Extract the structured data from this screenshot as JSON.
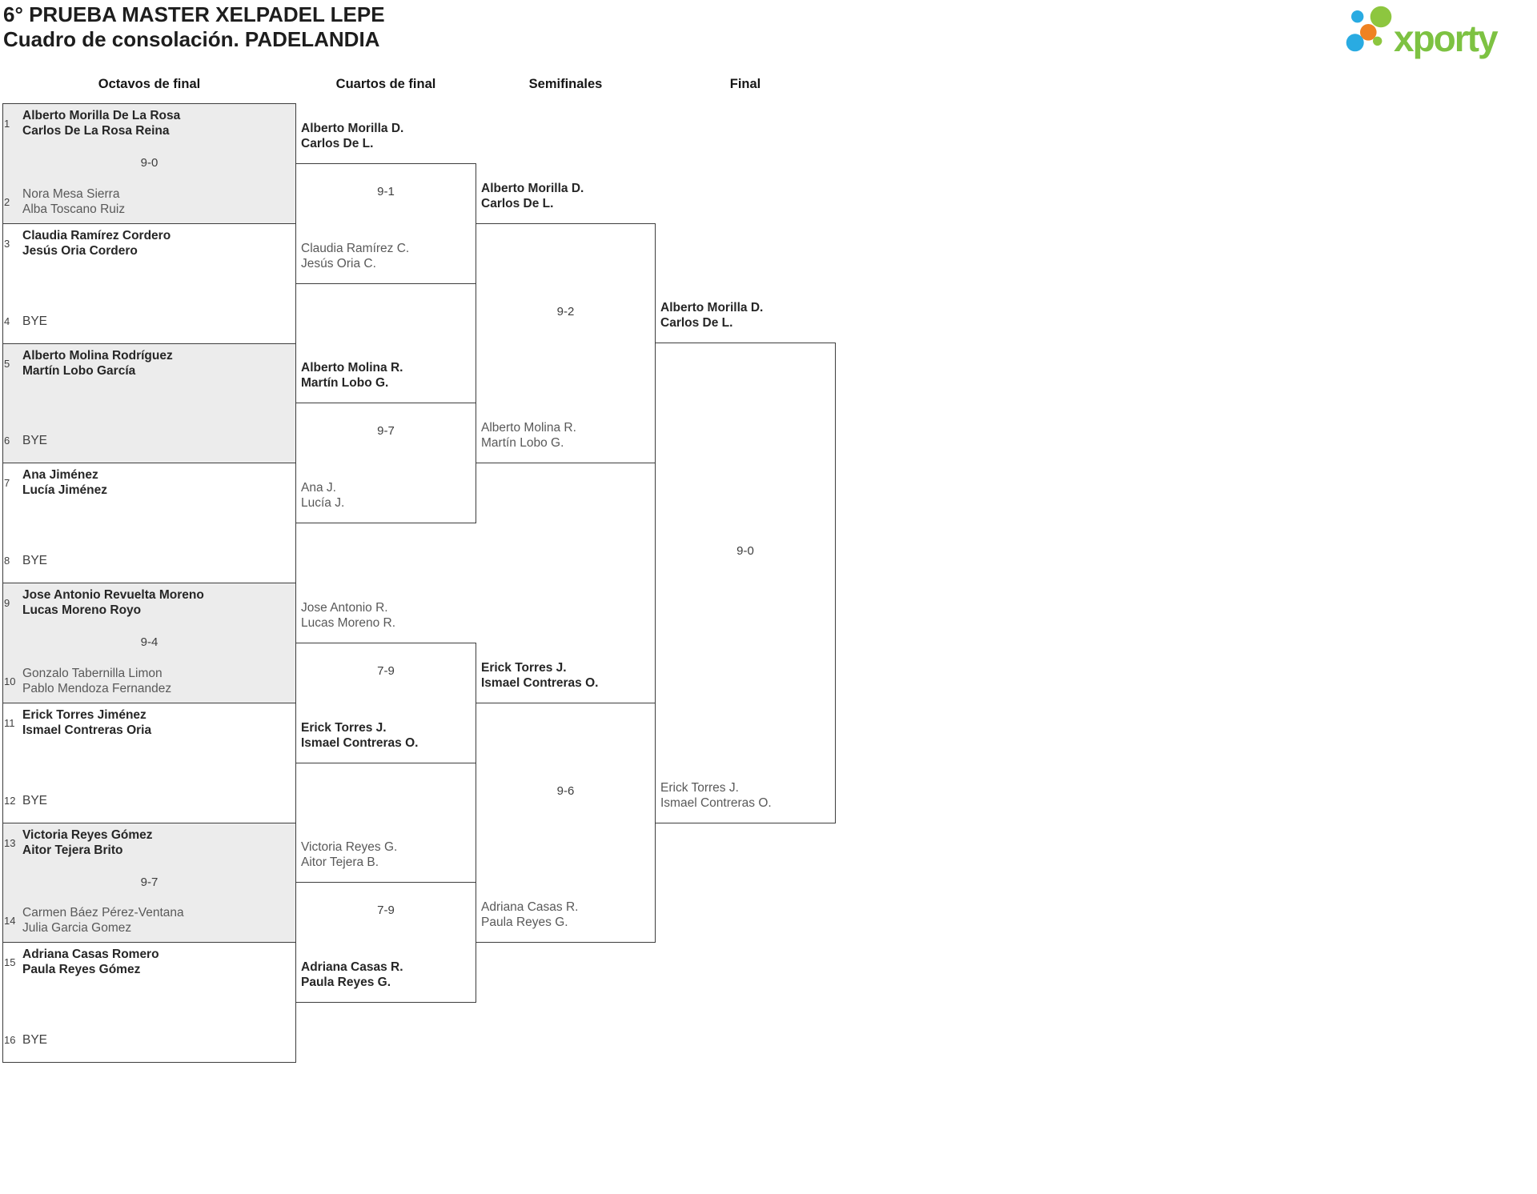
{
  "header": {
    "title": "6° PRUEBA MASTER XELPADEL LEPE",
    "subtitle": "Cuadro de consolación. PADELANDIA"
  },
  "logo": {
    "text": "xporty",
    "text_color": "#7dc242",
    "dot_colors": {
      "blue": "#29abe2",
      "green": "#8dc63f",
      "orange": "#ef8222"
    }
  },
  "round_headers": [
    "Octavos de final",
    "Cuartos de final",
    "Semifinales",
    "Final"
  ],
  "colors": {
    "winner_text": "#262626",
    "loser_text": "#595959",
    "border": "#3d3d3d",
    "shaded_row": "#ececec",
    "score_text": "#3d3d3d",
    "seed_text": "#3f3f3f"
  },
  "bracket": {
    "round_of_16": [
      {
        "shaded": true,
        "top": {
          "seed": "1",
          "lines": [
            "Alberto Morilla De La Rosa",
            "Carlos De La Rosa Reina"
          ],
          "winner": true
        },
        "score": "9-0",
        "bottom": {
          "seed": "2",
          "lines": [
            "Nora Mesa Sierra",
            "Alba Toscano Ruiz"
          ],
          "winner": false
        }
      },
      {
        "shaded": false,
        "top": {
          "seed": "3",
          "lines": [
            "Claudia Ramírez Cordero",
            "Jesús Oria Cordero"
          ],
          "winner": true
        },
        "score": "",
        "bottom": {
          "seed": "4",
          "lines": [
            "BYE"
          ],
          "winner": false
        }
      },
      {
        "shaded": true,
        "top": {
          "seed": "5",
          "lines": [
            "Alberto Molina Rodríguez",
            "Martín Lobo García"
          ],
          "winner": true
        },
        "score": "",
        "bottom": {
          "seed": "6",
          "lines": [
            "BYE"
          ],
          "winner": false
        }
      },
      {
        "shaded": false,
        "top": {
          "seed": "7",
          "lines": [
            "Ana Jiménez",
            "Lucía Jiménez"
          ],
          "winner": true
        },
        "score": "",
        "bottom": {
          "seed": "8",
          "lines": [
            "BYE"
          ],
          "winner": false
        }
      },
      {
        "shaded": true,
        "top": {
          "seed": "9",
          "lines": [
            "Jose Antonio Revuelta Moreno",
            "Lucas Moreno Royo"
          ],
          "winner": true
        },
        "score": "9-4",
        "bottom": {
          "seed": "10",
          "lines": [
            "Gonzalo Tabernilla Limon",
            "Pablo Mendoza Fernandez"
          ],
          "winner": false
        }
      },
      {
        "shaded": false,
        "top": {
          "seed": "11",
          "lines": [
            "Erick Torres Jiménez",
            "Ismael Contreras Oria"
          ],
          "winner": true
        },
        "score": "",
        "bottom": {
          "seed": "12",
          "lines": [
            "BYE"
          ],
          "winner": false
        }
      },
      {
        "shaded": true,
        "top": {
          "seed": "13",
          "lines": [
            "Victoria Reyes Gómez",
            "Aitor Tejera Brito"
          ],
          "winner": true
        },
        "score": "9-7",
        "bottom": {
          "seed": "14",
          "lines": [
            "Carmen Báez Pérez-Ventana",
            "Julia Garcia Gomez"
          ],
          "winner": false
        }
      },
      {
        "shaded": false,
        "top": {
          "seed": "15",
          "lines": [
            "Adriana Casas Romero",
            "Paula Reyes Gómez"
          ],
          "winner": true
        },
        "score": "",
        "bottom": {
          "seed": "16",
          "lines": [
            "BYE"
          ],
          "winner": false
        }
      }
    ],
    "quarterfinals": [
      {
        "top": {
          "lines": [
            "Alberto Morilla D.",
            "Carlos De L."
          ],
          "winner": true
        },
        "score": "9-1",
        "bottom": {
          "lines": [
            "Claudia Ramírez C.",
            "Jesús Oria C."
          ],
          "winner": false
        }
      },
      {
        "top": {
          "lines": [
            "Alberto Molina R.",
            "Martín Lobo G."
          ],
          "winner": true
        },
        "score": "9-7",
        "bottom": {
          "lines": [
            "Ana J.",
            "Lucía J."
          ],
          "winner": false
        }
      },
      {
        "top": {
          "lines": [
            "Jose Antonio R.",
            "Lucas Moreno R."
          ],
          "winner": false
        },
        "score": "7-9",
        "bottom": {
          "lines": [
            "Erick Torres J.",
            "Ismael Contreras O."
          ],
          "winner": true
        }
      },
      {
        "top": {
          "lines": [
            "Victoria Reyes G.",
            "Aitor Tejera B."
          ],
          "winner": false
        },
        "score": "7-9",
        "bottom": {
          "lines": [
            "Adriana Casas R.",
            "Paula Reyes G."
          ],
          "winner": true
        }
      }
    ],
    "semifinals": [
      {
        "top": {
          "lines": [
            "Alberto Morilla D.",
            "Carlos De L."
          ],
          "winner": true
        },
        "score": "9-2",
        "bottom": {
          "lines": [
            "Alberto Molina R.",
            "Martín Lobo G."
          ],
          "winner": false
        }
      },
      {
        "top": {
          "lines": [
            "Erick Torres J.",
            "Ismael Contreras O."
          ],
          "winner": true
        },
        "score": "9-6",
        "bottom": {
          "lines": [
            "Adriana Casas R.",
            "Paula Reyes G."
          ],
          "winner": false
        }
      }
    ],
    "final": [
      {
        "top": {
          "lines": [
            "Alberto Morilla D.",
            "Carlos De L."
          ],
          "winner": true
        },
        "score": "9-0",
        "bottom": {
          "lines": [
            "Erick Torres J.",
            "Ismael Contreras O."
          ],
          "winner": false
        }
      }
    ]
  }
}
